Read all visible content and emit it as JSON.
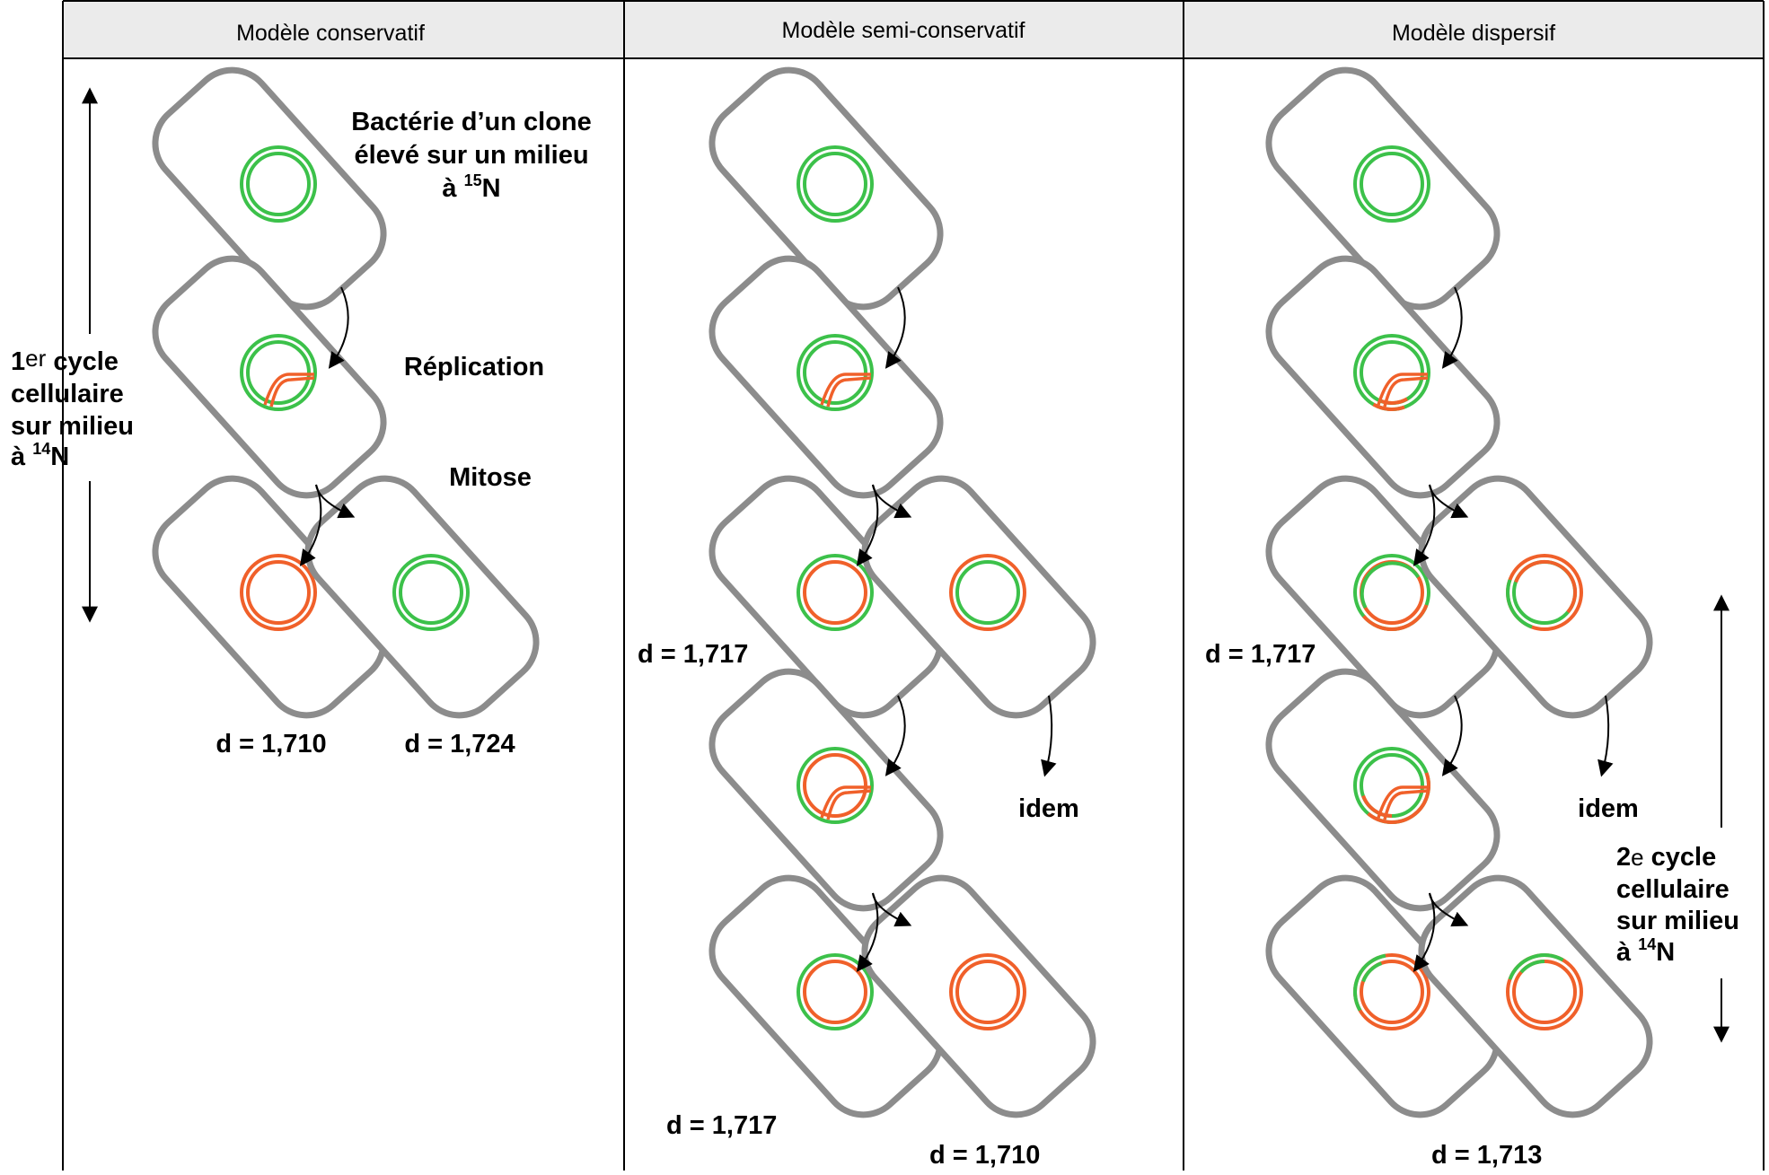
{
  "headers": {
    "conservative": "Modèle conservatif",
    "semi_conservative": "Modèle semi-conservatif",
    "dispersive": "Modèle dispersif"
  },
  "conservative": {
    "title_line1": "Bactérie d’un clone",
    "title_line2": "élevé sur un milieu",
    "title_line3_prefix": "à ",
    "title_line3_sup": "15",
    "title_line3_suffix": "N",
    "replication": "Réplication",
    "mitosis": "Mitose",
    "d_left": "d = 1,710",
    "d_right": "d = 1,724"
  },
  "cycle1": {
    "line1_num": "1",
    "line1_sup": "er",
    "line1_rest": " cycle",
    "line2": "cellulaire",
    "line3": "sur milieu",
    "line4_prefix": "à ",
    "line4_sup": "14",
    "line4_suffix": "N"
  },
  "semi_conservative": {
    "d_gen1": "d = 1,717",
    "idem": "idem",
    "d_gen2_left": "d = 1,717",
    "d_gen2_right": "d = 1,710"
  },
  "dispersive": {
    "d_gen1": "d = 1,717",
    "idem": "idem",
    "d_gen2": "d = 1,713"
  },
  "cycle2": {
    "line1_num": "2",
    "line1_sup": "e",
    "line1_rest": " cycle",
    "line2": "cellulaire",
    "line3": "sur milieu",
    "line4_prefix": "à ",
    "line4_sup": "14",
    "line4_suffix": "N"
  },
  "colors": {
    "heavy_strand": "#3cc14a",
    "light_strand": "#f0602a",
    "cell_outline": "#8c8c8c",
    "header_bg": "#ebebeb"
  }
}
